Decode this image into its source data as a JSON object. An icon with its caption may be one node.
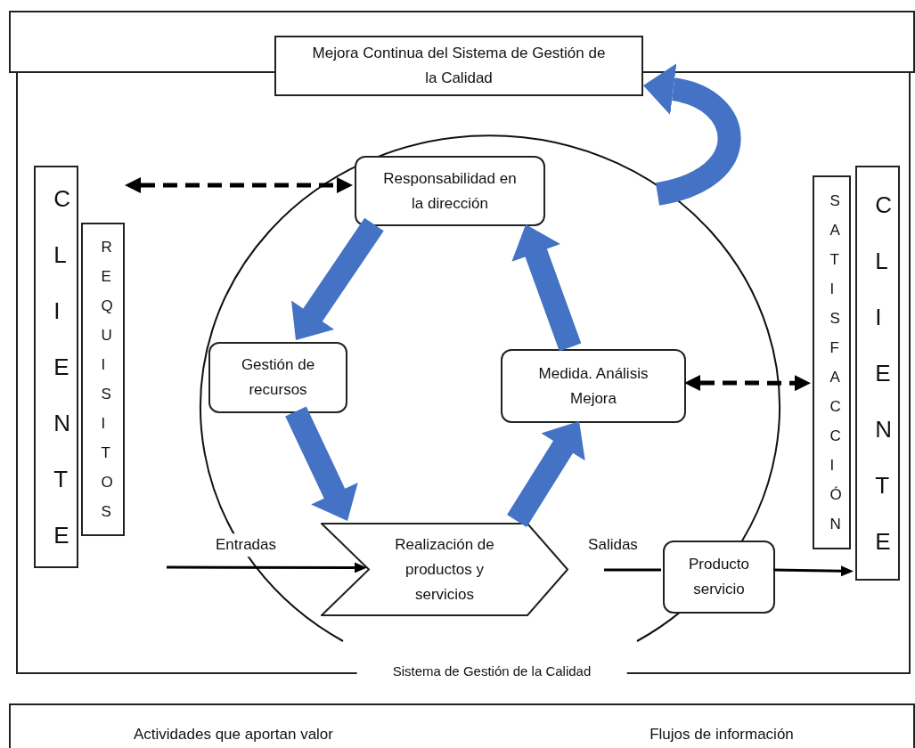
{
  "diagram": {
    "nodes": [
      {
        "text": [
          "Sistema de Gestión de la Calidad"
        ]
      },
      {
        "text": [
          "Mejora Continua del Sistema de Gestión de la Calidad"
        ]
      },
      {
        "text": [
          "CLIENTE"
        ],
        "in": 0
      },
      {
        "text": [
          "REQUISITOS"
        ],
        "in": 0
      },
      {
        "text": [
          "Responsabilidad en la dirección"
        ],
        "in": 0
      },
      {
        "text": [
          "Gestión de recursos"
        ],
        "in": 0
      },
      {
        "text": [
          "Medida. Análisis Mejora"
        ],
        "in": 0
      },
      {
        "text": [
          "Realización de productos y servicios"
        ],
        "in": 0
      },
      {
        "text": [
          "Producto servicio"
        ],
        "in": 0
      },
      {
        "text": [
          "SATISFACCIÓN"
        ],
        "in": 0
      },
      {
        "text": [
          "CLIENTE"
        ],
        "in": 0
      },
      {
        "text": [
          "Actividades que aportan valor",
          "Flujos de información"
        ]
      }
    ],
    "edges": [
      {
        "from": null,
        "to": 4,
        "arrow": "both",
        "style": "dashed"
      },
      {
        "from": 6,
        "to": 9,
        "arrow": "both",
        "style": "dashed"
      },
      {
        "from": 4,
        "to": 5,
        "arrow": "to",
        "style": "thick",
        "color": "#4472c4"
      },
      {
        "from": 5,
        "to": 7,
        "arrow": "to",
        "style": "thick",
        "color": "#4472c4"
      },
      {
        "from": 7,
        "to": 6,
        "arrow": "to",
        "style": "thick",
        "color": "#4472c4"
      },
      {
        "from": 6,
        "to": 4,
        "arrow": "to",
        "style": "thick",
        "color": "#4472c4"
      },
      {
        "from": null,
        "to": 1,
        "arrow": "to",
        "style": "thick",
        "color": "#4472c4"
      },
      {
        "from": null,
        "to": 7,
        "arrow": "to",
        "label": "Entradas"
      },
      {
        "from": null,
        "to": 8,
        "arrow": "none",
        "label": "Salidas"
      },
      {
        "from": 8,
        "to": 10,
        "arrow": "to"
      }
    ]
  }
}
